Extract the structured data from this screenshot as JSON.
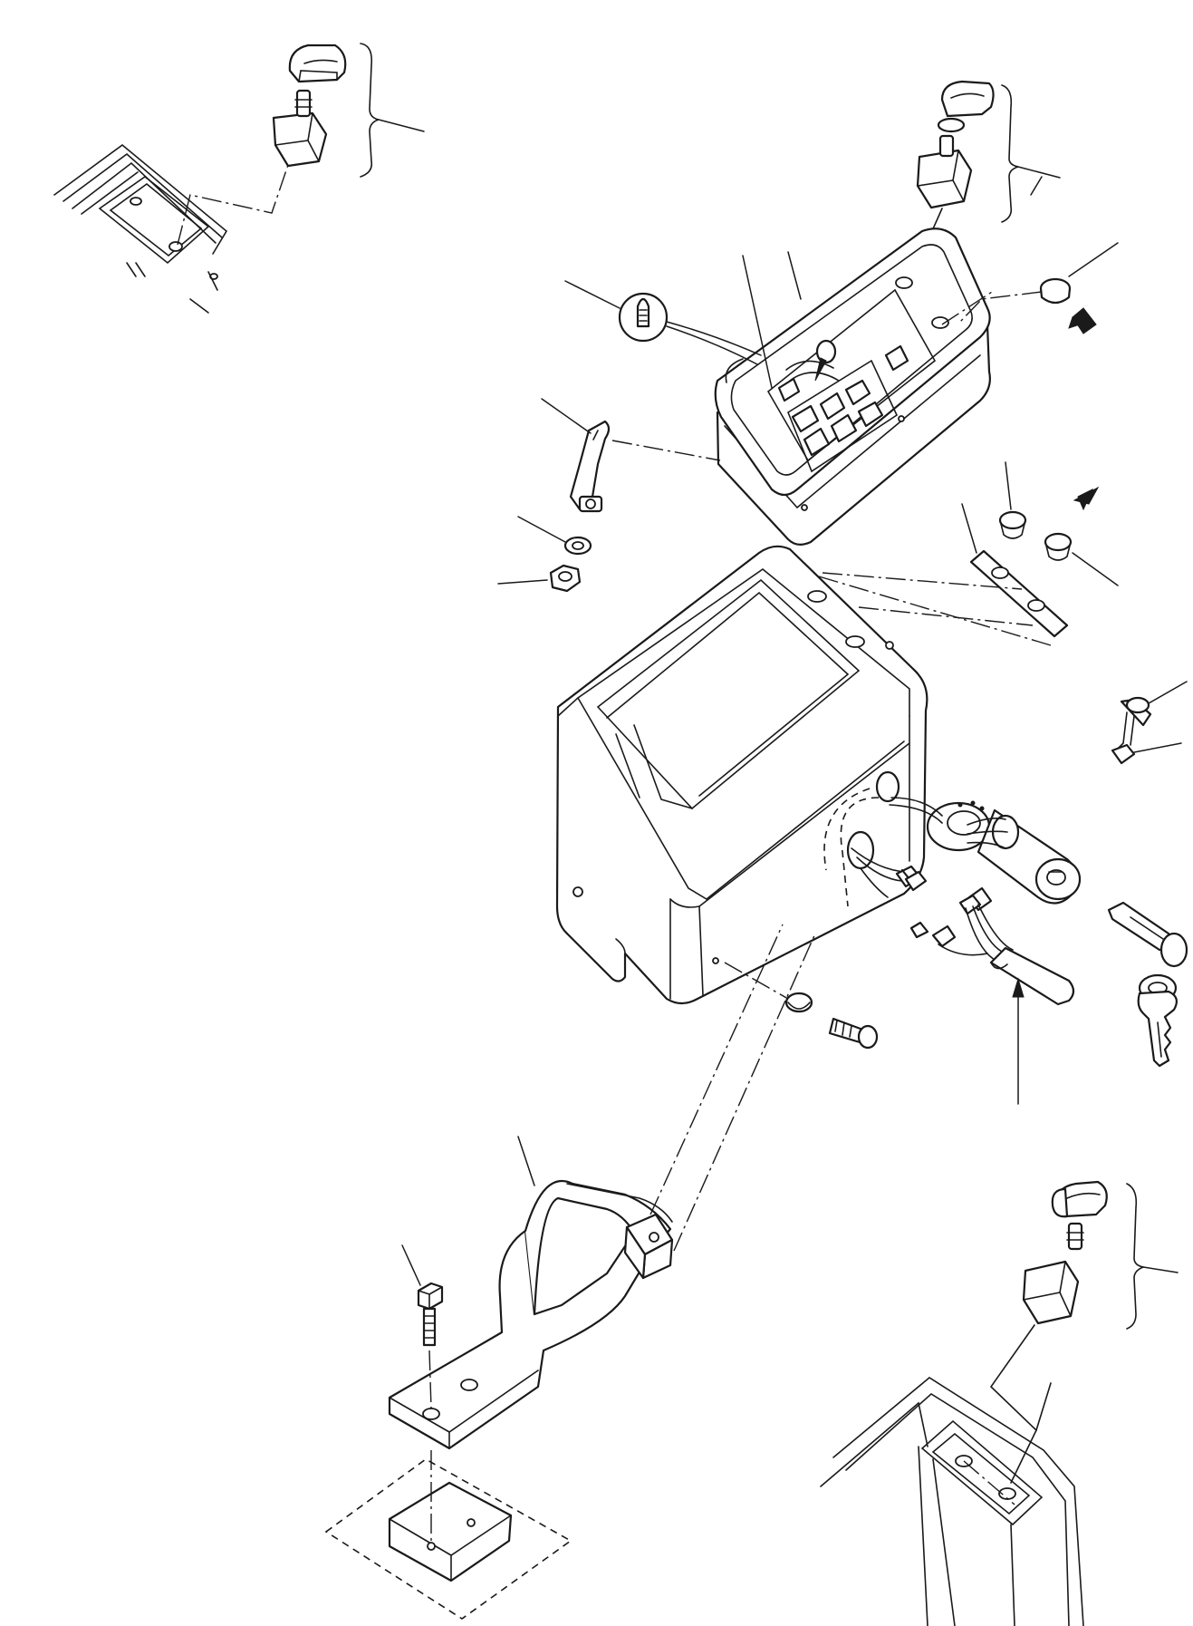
{
  "figure": {
    "line_color": "#1a1a1a",
    "background": "#ffffff"
  },
  "parts": [
    {
      "name": "switch-knob-detail-top-left",
      "view": "detail"
    },
    {
      "name": "switch-knob-detail-top-right",
      "view": "detail"
    },
    {
      "name": "switch-knob-detail-bottom-right",
      "view": "detail"
    },
    {
      "name": "monitor-panel",
      "view": "assembly"
    },
    {
      "name": "bulb-detail",
      "view": "detail"
    },
    {
      "name": "blanking-plug",
      "view": "assembly"
    },
    {
      "name": "lever",
      "view": "assembly"
    },
    {
      "name": "washer",
      "view": "assembly"
    },
    {
      "name": "nut",
      "view": "assembly"
    },
    {
      "name": "mounting-plate",
      "view": "assembly"
    },
    {
      "name": "cover-box",
      "view": "assembly"
    },
    {
      "name": "ignition-starter-switch",
      "view": "assembly"
    },
    {
      "name": "key-set",
      "view": "assembly"
    },
    {
      "name": "wiring-harness",
      "view": "assembly"
    },
    {
      "name": "screw",
      "view": "assembly"
    },
    {
      "name": "support-bracket",
      "view": "assembly"
    },
    {
      "name": "bolt",
      "view": "assembly"
    },
    {
      "name": "base-block",
      "view": "assembly"
    }
  ]
}
